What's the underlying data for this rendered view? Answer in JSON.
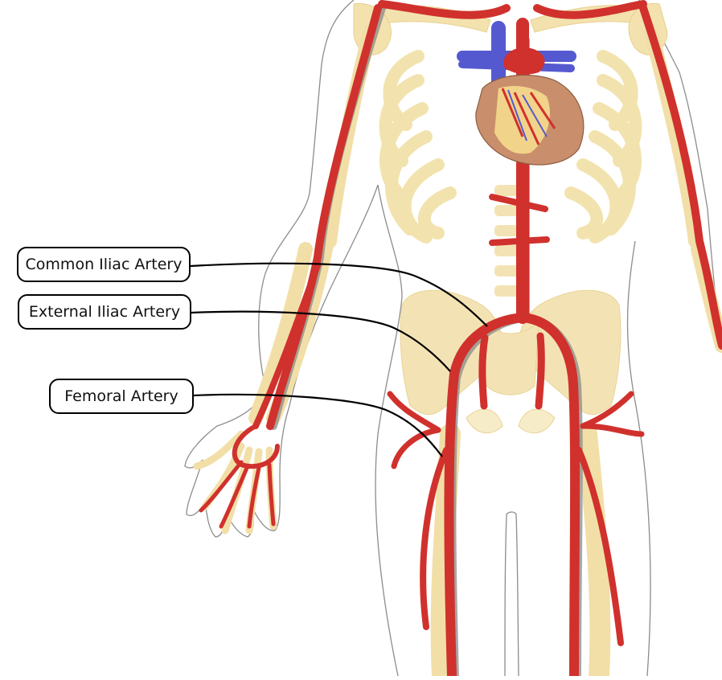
{
  "diagram": {
    "labels": {
      "common_iliac": "Common Iliac Artery",
      "external_iliac": "External Iliac Artery",
      "femoral": "Femoral Artery"
    },
    "colors": {
      "artery": "#d0312d",
      "vein": "#5559d0",
      "bone": "#f2dfa7",
      "bone_fill": "#f5e6b8",
      "outline": "#9a9a9a",
      "heart": "#c98f6c",
      "leader": "#000000"
    }
  }
}
